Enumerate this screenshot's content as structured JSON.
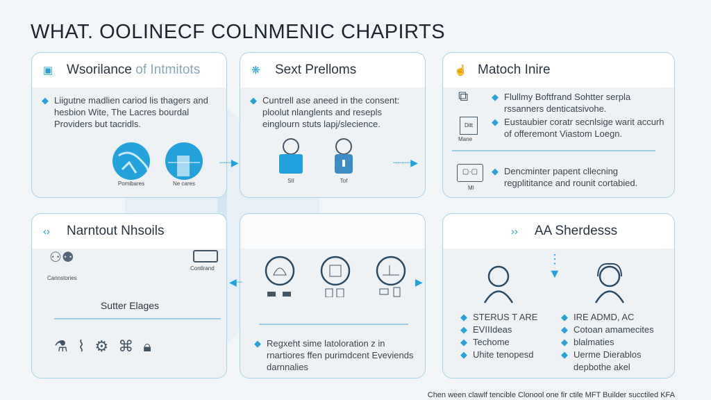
{
  "title": "WHAT. OOLINECF COLNMENIC CHAPIRTS",
  "panels": {
    "p1": {
      "title": "Wsorilance",
      "title_accent": "of Intmitots",
      "text": "Liigutne madlien cariod lis thagers and hesbion Wite, The Lacres bourdal Providers but tacridls.",
      "captions": [
        "Pomibares",
        "Ne cares"
      ]
    },
    "p2": {
      "title": "Sext Prelloms",
      "text": "Cuntrell ase aneed in the consent: ploolut nlanglents and resepls einglourn stuts lapj/slecience.",
      "captions": [
        "SII",
        "Tof"
      ]
    },
    "p3": {
      "title": "Matoch Inire",
      "items": [
        "Flullmy Boftfrand Sohtter serpla rssanners denticatsivohe.",
        "Eustaubier coratr secnlsige warit accurh of offeremont Viastom Loegn.",
        "Dencminter papent cllecning regplititance and rounit cortabied."
      ],
      "icon_captions": [
        "Mane",
        "MI"
      ],
      "icon_label": "Ditt"
    },
    "p4": {
      "title": "Narntout Nhsoils",
      "captions": [
        "Cannstories",
        "Contlrand"
      ],
      "subheading": "Sutter Elages"
    },
    "p5": {
      "text": "Regxeht sime latoloration z in rnartiores ffen purimdcent Eveviends darnnalies"
    },
    "p6": {
      "title": "AA Sherdesss",
      "left_items": [
        "STERUS T ARE",
        "EVIIIdeas",
        "Techome",
        "Uhite tenopesd"
      ],
      "right_items": [
        "IRE ADMD, AC",
        "Cotoan amamecites",
        "blalmaties",
        "Uerme Dierablos depbothe akel"
      ]
    }
  },
  "footer": "Chen ween clawlf tencible Clonool one fir ctile MFT Builder succtiled KFA",
  "colors": {
    "accent": "#1fa2de",
    "border": "#a9d3ea"
  }
}
